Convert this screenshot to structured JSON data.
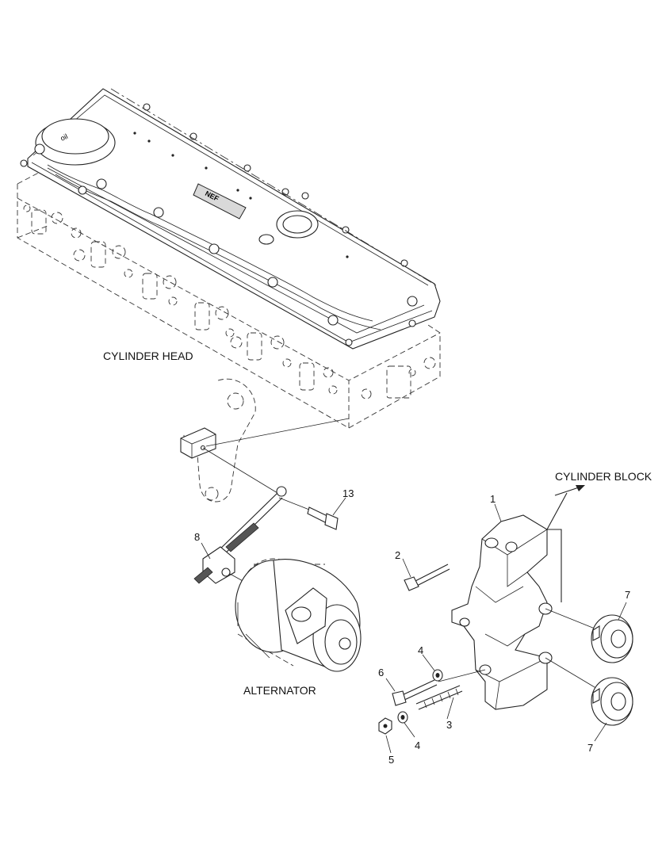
{
  "labels": {
    "cylinder_head": "CYLINDER HEAD",
    "cylinder_block": "CYLINDER BLOCK",
    "alternator": "ALTERNATOR"
  },
  "callouts": {
    "c1": "1",
    "c2": "2",
    "c3": "3",
    "c4a": "4",
    "c4b": "4",
    "c5": "5",
    "c6": "6",
    "c7a": "7",
    "c7b": "7",
    "c8": "8",
    "c13": "13"
  },
  "logo_text": "NEF",
  "icons": {
    "arrow": "arrow-right-icon"
  }
}
